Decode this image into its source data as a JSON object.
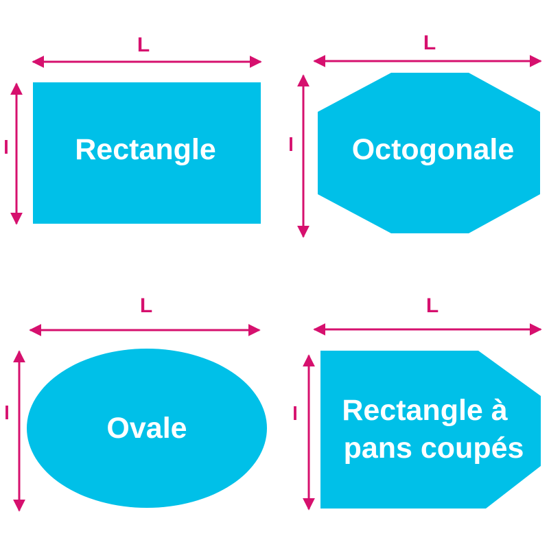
{
  "colors": {
    "shape_fill": "#00C0E8",
    "arrow": "#D6106E",
    "label_text": "#FFFFFF",
    "background": "#FFFFFF"
  },
  "dimension_labels": {
    "length": "L",
    "width": "l"
  },
  "shapes": [
    {
      "id": "rectangle",
      "kind": "rectangle",
      "label_lines": [
        "Rectangle"
      ]
    },
    {
      "id": "octagonal",
      "kind": "octagon",
      "label_lines": [
        "Octogonale"
      ]
    },
    {
      "id": "oval",
      "kind": "ellipse",
      "label_lines": [
        "Ovale"
      ]
    },
    {
      "id": "cut-corner-rectangle",
      "kind": "cut-corner-rectangle",
      "label_lines": [
        "Rectangle à",
        "pans coupés"
      ]
    }
  ]
}
